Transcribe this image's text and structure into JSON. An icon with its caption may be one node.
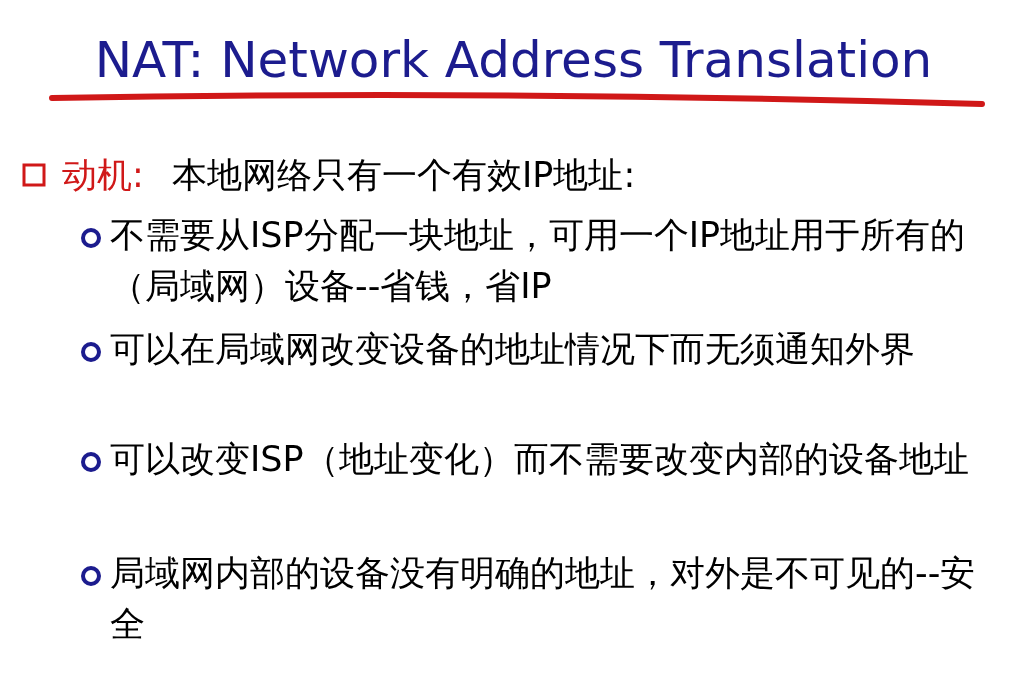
{
  "diagram": {
    "title": "NAT: Network Address Translation",
    "labels": [
      "动机:",
      "本地网络只有一个有效IP地址:",
      "不需要从ISP分配一块地址，可用一个IP地址用于所有的（局域网）设备--省钱，省IP",
      "可以在局域网改变设备的地址情况下而无须通知外界",
      "可以改变ISP（地址变化）而不需要改变内部的设备地址",
      "局域网内部的设备没有明确的地址，对外是不可见的--安全"
    ]
  }
}
